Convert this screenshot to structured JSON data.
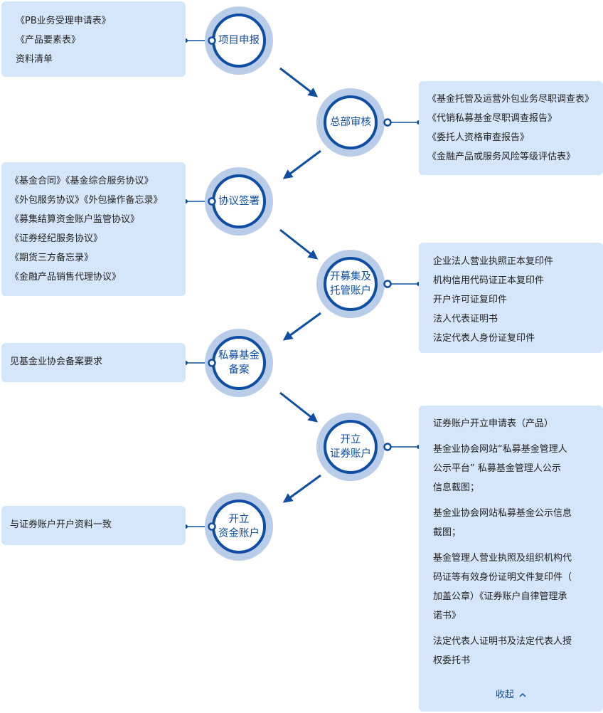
{
  "steps": [
    {
      "lines": [
        "项目申报"
      ]
    },
    {
      "lines": [
        "总部审核"
      ]
    },
    {
      "lines": [
        "协议签署"
      ]
    },
    {
      "lines": [
        "开募集及",
        "托管账户"
      ]
    },
    {
      "lines": [
        "私募基金",
        "备案"
      ]
    },
    {
      "lines": [
        "开立",
        "证券账户"
      ]
    },
    {
      "lines": [
        "开立",
        "资金账户"
      ]
    }
  ],
  "boxes": [
    {
      "lines": [
        "《PB业务受理申请表》",
        "《产品要素表》",
        "资料清单"
      ]
    },
    {
      "lines": [
        "《基金托管及运营外包业务尽职调查表》",
        "《代销私募基金尽职调查报告》",
        "《委托人资格审查报告》",
        "《金融产品或服务风险等级评估表》"
      ]
    },
    {
      "lines": [
        "《基金合同》《基金综合服务协议》",
        "《外包服务协议》《外包操作备忘录》",
        "《募集结算资金账户监管协议》",
        "《证券经纪服务协议》",
        "《期货三方备忘录》",
        "《金融产品销售代理协议》"
      ]
    },
    {
      "lines": [
        "企业法人营业执照正本复印件",
        "机构信用代码证正本复印件",
        "开户许可证复印件",
        "法人代表证明书",
        "法定代表人身份证复印件"
      ]
    },
    {
      "lines": [
        "见基金业协会备案要求"
      ]
    },
    {
      "paragraphs": [
        [
          "证券账户开立申请表（产品）"
        ],
        [
          "基金业协会网站“私募基金管理人",
          "公示平台”  私募基金管理人公示",
          "信息截图；"
        ],
        [
          "基金业协会网站私募基金公示信息",
          "截图；"
        ],
        [
          "基金管理人营业执照及组织机构代",
          "码证等有效身份证明文件复印件（",
          "加盖公章）《证券账户自律管理承",
          "诺书》"
        ],
        [
          "法定代表人证明书及法定代表人授",
          "权委托书"
        ]
      ],
      "collapse_label": "收起",
      "collapse_icon": "chevron-up-icon"
    },
    {
      "lines": [
        "与证券账户开户资料一致"
      ]
    }
  ],
  "colors": {
    "box_bg": "#d5e6fa",
    "ring": "#0f4ea2",
    "halo": "#b9cde8",
    "text": "#222222"
  }
}
